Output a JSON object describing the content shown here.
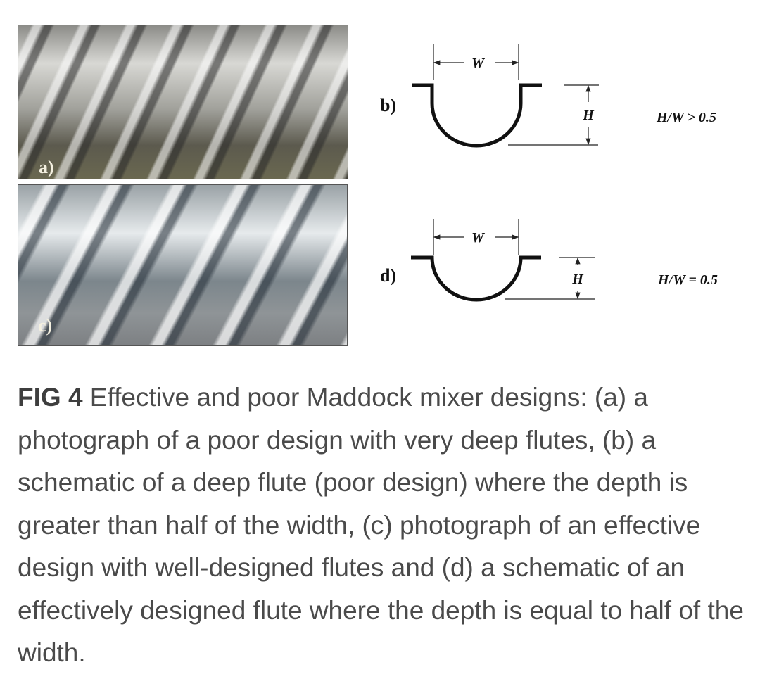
{
  "figure": {
    "panels": {
      "a": {
        "label": "a)"
      },
      "b": {
        "label": "b)",
        "width_symbol": "W",
        "height_symbol": "H",
        "ratio": "H/W > 0.5"
      },
      "c": {
        "label": "c)"
      },
      "d": {
        "label": "d)",
        "width_symbol": "W",
        "height_symbol": "H",
        "ratio": "H/W = 0.5"
      }
    },
    "caption": {
      "prefix": "FIG 4",
      "text": " Effective and poor Maddock mixer designs: (a) a photograph of a poor design with very deep flutes, (b) a schematic of a deep flute (poor design) where the depth is greater than half of the width, (c) photograph of an effective design with well-designed flutes and (d) a schematic of an effectively designed flute where the depth is equal to half of the width."
    }
  }
}
